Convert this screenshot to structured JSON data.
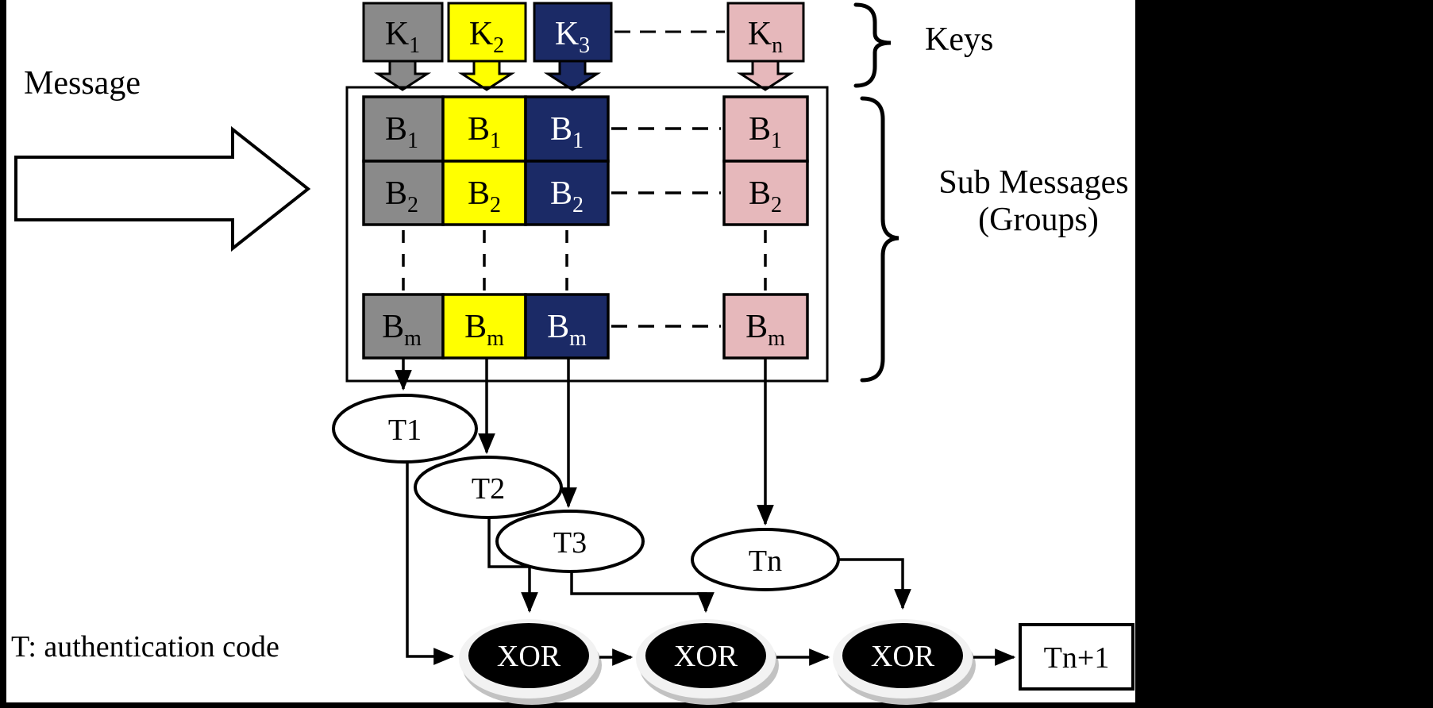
{
  "page": {
    "background": "#000000",
    "canvas": "#ffffff"
  },
  "labels": {
    "message": "Message",
    "keys": "Keys",
    "sub_messages_line1": "Sub Messages",
    "sub_messages_line2": "(Groups)",
    "footnote": "T: authentication code",
    "output": "Tn+1"
  },
  "keys_row": [
    {
      "base": "K",
      "sub": "1",
      "fill": "#8a8a8a",
      "text": "#000000"
    },
    {
      "base": "K",
      "sub": "2",
      "fill": "#ffff00",
      "text": "#000000"
    },
    {
      "base": "K",
      "sub": "3",
      "fill": "#1b2a66",
      "text": "#ffffff"
    },
    {
      "base": "K",
      "sub": "n",
      "fill": "#e6b8bb",
      "text": "#000000"
    }
  ],
  "groups": {
    "columns": [
      {
        "name": "group-1",
        "fill": "#8a8a8a",
        "text": "#000000",
        "cells": [
          {
            "base": "B",
            "sub": "1"
          },
          {
            "base": "B",
            "sub": "2"
          },
          {
            "base": "B",
            "sub": "m"
          }
        ]
      },
      {
        "name": "group-2",
        "fill": "#ffff00",
        "text": "#000000",
        "cells": [
          {
            "base": "B",
            "sub": "1"
          },
          {
            "base": "B",
            "sub": "2"
          },
          {
            "base": "B",
            "sub": "m"
          }
        ]
      },
      {
        "name": "group-3",
        "fill": "#1b2a66",
        "text": "#ffffff",
        "cells": [
          {
            "base": "B",
            "sub": "1"
          },
          {
            "base": "B",
            "sub": "2"
          },
          {
            "base": "B",
            "sub": "m"
          }
        ]
      },
      {
        "name": "group-n",
        "fill": "#e6b8bb",
        "text": "#000000",
        "cells": [
          {
            "base": "B",
            "sub": "1"
          },
          {
            "base": "B",
            "sub": "2"
          },
          {
            "base": "B",
            "sub": "m"
          }
        ]
      }
    ]
  },
  "t_nodes": [
    {
      "label": "T1"
    },
    {
      "label": "T2"
    },
    {
      "label": "T3"
    },
    {
      "label": "Tn"
    }
  ],
  "xor_nodes": [
    {
      "label": "XOR"
    },
    {
      "label": "XOR"
    },
    {
      "label": "XOR"
    }
  ]
}
